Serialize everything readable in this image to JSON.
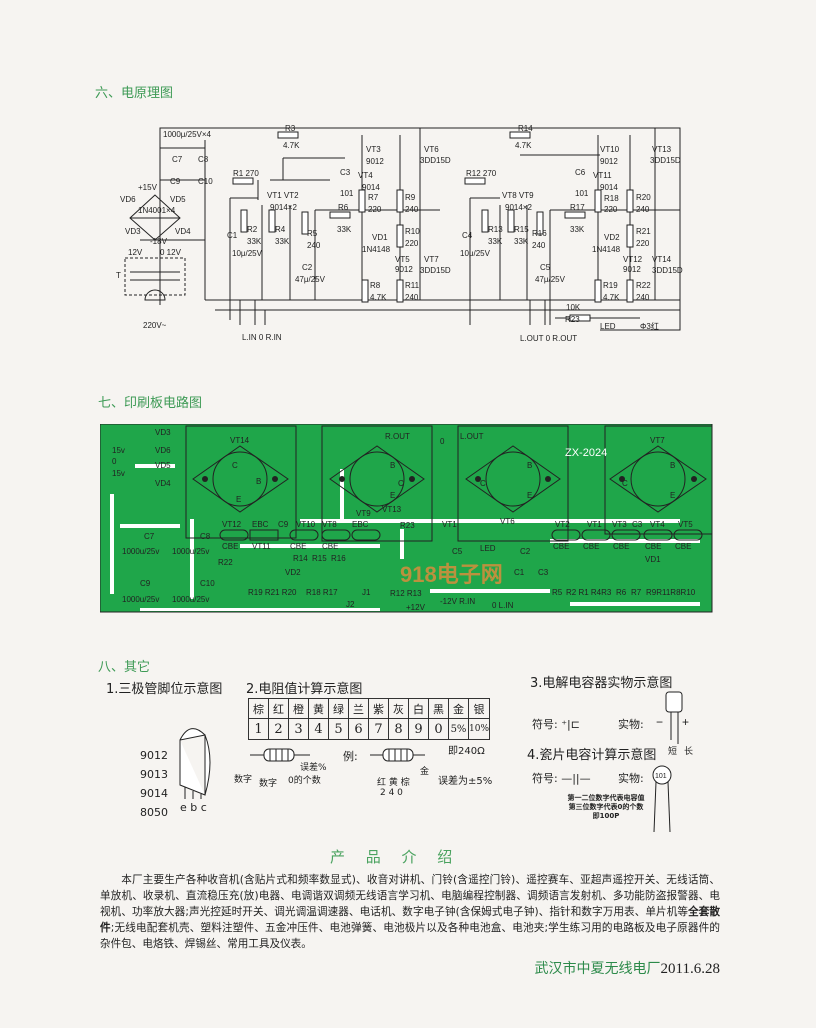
{
  "sections": {
    "schematic_title": "六、电原理图",
    "pcb_title": "七、印刷板电路图",
    "other_title": "八、其它"
  },
  "schematic": {
    "labels": [
      "R3",
      "4.7K",
      "1000μ/25V×4",
      "C7",
      "C8",
      "C9",
      "C10",
      "+15V",
      "VD6",
      "VD5",
      "1N4001×4",
      "VD3",
      "VD4",
      "-18V",
      "12V",
      "0  12V",
      "T",
      "220V~",
      "R1 270",
      "VT1 VT2",
      "9014×2",
      "C1",
      "R2",
      "33K",
      "R4",
      "33K",
      "10μ/25V",
      "R5",
      "240",
      "C2",
      "47μ/25V",
      "C3",
      "101",
      "VT3",
      "9012",
      "VT4",
      "9014",
      "R7",
      "220",
      "R6",
      "33K",
      "VD1",
      "1N4148",
      "R9",
      "240",
      "R10",
      "220",
      "VT5",
      "9012",
      "R8",
      "4.7K",
      "R11",
      "240",
      "VT6",
      "3DD15D",
      "VT7",
      "3DD15D",
      "L.IN 0 R.IN",
      "R14",
      "4.7K",
      "R12 270",
      "VT8 VT9",
      "9014×2",
      "C4",
      "10μ/25V",
      "R13",
      "33K",
      "R15",
      "33K",
      "R16",
      "240",
      "C5",
      "47μ/25V",
      "C6",
      "101",
      "VT10",
      "9012",
      "VT11",
      "9014",
      "R18",
      "220",
      "R17",
      "33K",
      "VD2",
      "1N4148",
      "R20",
      "240",
      "R21",
      "220",
      "VT12",
      "9012",
      "R19",
      "4.7K",
      "R22",
      "240",
      "VT13",
      "3DD15D",
      "VT14",
      "3DD15D",
      "10K",
      "R23",
      "LED",
      "Φ3红",
      "L.OUT 0 R.OUT"
    ]
  },
  "pcb": {
    "board_color": "#1fa64a",
    "model": "ZX-2024",
    "labels": [
      "VD3",
      "VD6",
      "VD5",
      "VD4",
      "15v",
      "0",
      "15v",
      "VT14",
      "C",
      "B",
      "E",
      "R.OUT",
      "0",
      "VT13",
      "B",
      "C",
      "E",
      "L.OUT",
      "VT6",
      "C",
      "B",
      "E",
      "VT7",
      "B",
      "C",
      "E",
      "VT12",
      "EBC",
      "C9",
      "VT10",
      "VT8",
      "VT9",
      "EBC",
      "R23",
      "VT1",
      "CBE",
      "VT11",
      "CBE",
      "CBE",
      "R14",
      "R15",
      "R16",
      "LED",
      "C5",
      "C2",
      "R22",
      "VD2",
      "R19 R21 R20",
      "R18 R17",
      "J2",
      "J1",
      "R12 R13",
      "C3",
      "C1",
      "+12V",
      "-12V R.IN",
      "0 L.IN",
      "C7",
      "1000u/25v",
      "C8",
      "1000u/25v",
      "C9",
      "1000u/25v",
      "C10",
      "1000u/25v",
      "VT2",
      "VT1",
      "VT3",
      "C3",
      "VT4",
      "VT5",
      "CBE",
      "CBE",
      "CBE",
      "CBE",
      "CBE",
      "VD1",
      "R5",
      "R2 R1 R4R3",
      "R6",
      "R7",
      "R9R11R8R10"
    ],
    "watermark": "918电子网"
  },
  "other": {
    "fig1_title": "1.三极管脚位示意图",
    "fig1_models": [
      "9012",
      "9013",
      "9014",
      "8050"
    ],
    "fig1_pins": "e b c",
    "fig2_title": "2.电阻值计算示意图",
    "colors": [
      "棕",
      "红",
      "橙",
      "黄",
      "绿",
      "兰",
      "紫",
      "灰",
      "白",
      "黑",
      "金",
      "银"
    ],
    "values": [
      "1",
      "2",
      "3",
      "4",
      "5",
      "6",
      "7",
      "8",
      "9",
      "0",
      "5%",
      "10%"
    ],
    "fig2_notes": {
      "digit1": "数字",
      "digit2": "数字",
      "zeros": "0的个数",
      "tol": "误差%",
      "example": "例:",
      "gold": "金",
      "ex_colors": "红  黄  棕",
      "ex_digits": "2   4   0",
      "result": "即240Ω",
      "tolerance": "误差为±5%"
    },
    "fig3_title": "3.电解电容器实物示意图",
    "fig3_symbol": "符号:",
    "fig3_object": "实物:",
    "fig3_short": "短",
    "fig3_long": "长",
    "fig4_title": "4.瓷片电容计算示意图",
    "fig4_symbol": "符号:",
    "fig4_object": "实物:",
    "fig4_code": "101",
    "fig4_note": [
      "第一二位数字代表电容值",
      "第三位数字代表0的个数",
      "即100P"
    ]
  },
  "intro": {
    "title": "产 品 介 绍",
    "para_a": "本厂主要生产各种收音机(含贴片式和频率数显式)、收音对讲机、门铃(含遥控门铃)、遥控赛车、亚超声遥控开关、无线话筒、单放机、收录机、直流稳压充(放)电器、电调谐双调频无线语言学习机、电脑编程控制器、调频语言发射机、多功能防盗报警器、电视机、功率放大器;声光控延时开关、调光调温调速器、电话机、数字电子钟(含保姆式电子钟)、指针和数字万用表、单片机等",
    "para_bold": "全套散件",
    "para_b": ";无线电配套机壳、塑料注塑件、五金冲压件、电池弹簧、电池极片以及各种电池盒、电池夹;学生练习用的电路板及电子原器件的杂件包、电烙铁、焊锡丝、常用工具及仪表。"
  },
  "signature": {
    "company": "武汉市中夏无线电厂",
    "date": "2011.6.28"
  }
}
